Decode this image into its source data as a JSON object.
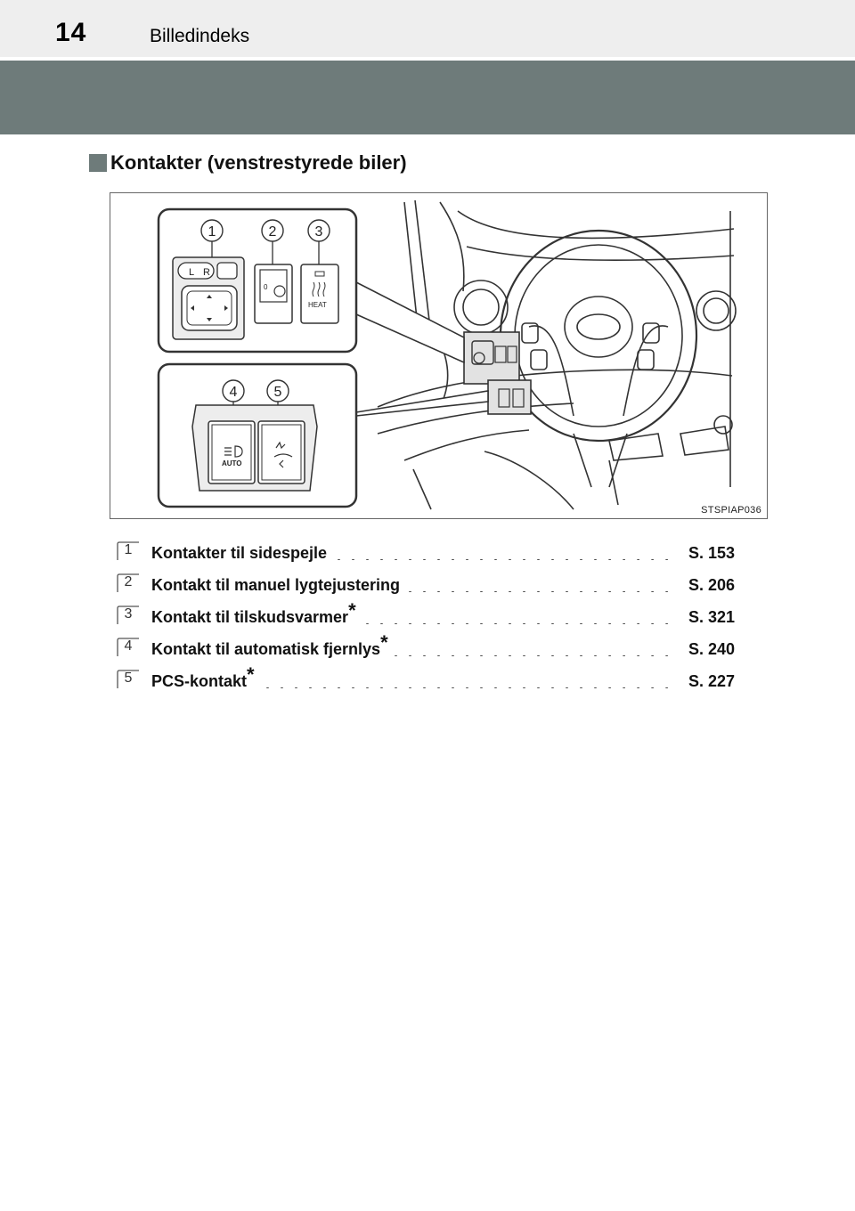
{
  "header": {
    "page_number": "14",
    "title": "Billedindeks"
  },
  "section": {
    "title": "Kontakter (venstrestyrede biler)"
  },
  "figure": {
    "code": "STSPIAP036",
    "callouts": [
      "1",
      "2",
      "3",
      "4",
      "5"
    ],
    "mirror_switch_labels": {
      "left": "L",
      "right": "R"
    },
    "heater_label": "HEAT",
    "auto_label": "AUTO"
  },
  "legend": {
    "items": [
      {
        "num": "1",
        "label": "Kontakter til sidespejle",
        "asterisk": "",
        "page": "S. 153"
      },
      {
        "num": "2",
        "label": "Kontakt til manuel lygtejustering",
        "asterisk": "",
        "page": "S. 206"
      },
      {
        "num": "3",
        "label": "Kontakt til tilskudsvarmer",
        "asterisk": "*",
        "page": "S. 321"
      },
      {
        "num": "4",
        "label": "Kontakt til automatisk fjernlys",
        "asterisk": "*",
        "page": "S. 240"
      },
      {
        "num": "5",
        "label": "PCS-kontakt",
        "asterisk": "*",
        "page": "S. 227"
      }
    ]
  },
  "colors": {
    "band": "#6e7b7a",
    "header_bg": "#eeeeee",
    "highlight": "#e2e2e2"
  }
}
